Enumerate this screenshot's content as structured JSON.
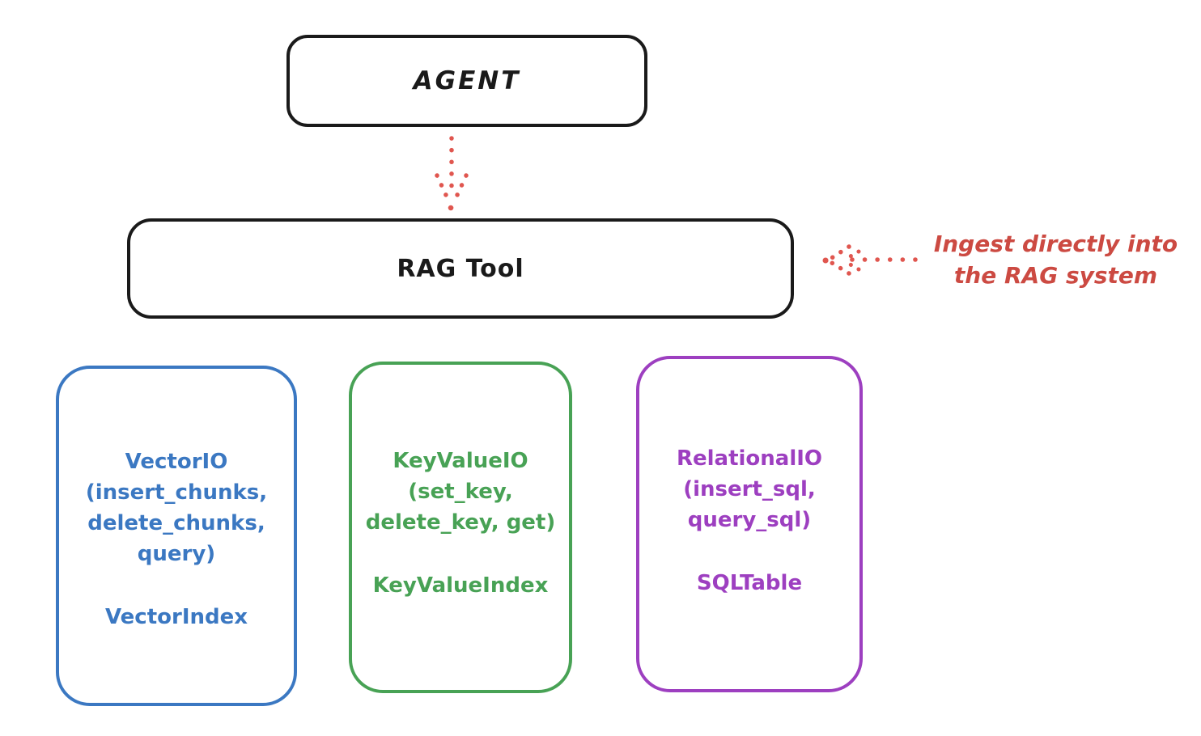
{
  "diagram": {
    "agent": {
      "label": "AGENT"
    },
    "rag_tool": {
      "label": "RAG Tool"
    },
    "annotation": {
      "line1": "Ingest directly into",
      "line2": "the RAG system",
      "color": "#cc4a42"
    },
    "arrows": [
      {
        "name": "agent-to-rag",
        "style": "dotted",
        "direction": "down",
        "color": "#e0564f"
      },
      {
        "name": "ingest-into-rag",
        "style": "dotted",
        "direction": "left",
        "color": "#e0564f"
      }
    ],
    "io_boxes": [
      {
        "id": "vector",
        "color": "#3b78c2",
        "line1": "VectorIO",
        "line2": "(insert_chunks,",
        "line3": "delete_chunks,",
        "line4": "query)",
        "index_label": "VectorIndex"
      },
      {
        "id": "keyvalue",
        "color": "#48a255",
        "line1": "KeyValueIO",
        "line2": "(set_key,",
        "line3": "delete_key, get)",
        "index_label": "KeyValueIndex"
      },
      {
        "id": "relational",
        "color": "#9d3fc0",
        "line1": "RelationalIO",
        "line2": "(insert_sql,",
        "line3": "query_sql)",
        "index_label": "SQLTable"
      }
    ]
  }
}
